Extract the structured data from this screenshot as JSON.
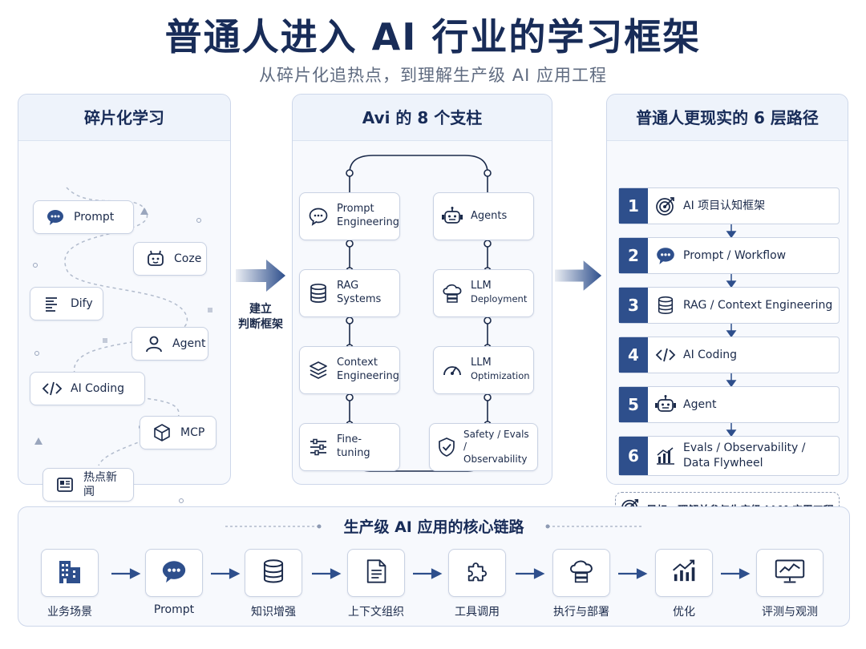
{
  "header": {
    "title": "普通人进入 AI 行业的学习框架",
    "subtitle": "从碎片化追热点，到理解生产级 AI 应用工程"
  },
  "fragmented": {
    "heading": "碎片化学习",
    "items": [
      "Prompt",
      "Coze",
      "Dify",
      "Agent",
      "AI Coding",
      "MCP",
      "热点新闻"
    ]
  },
  "bridge": {
    "label_line1": "建立",
    "label_line2": "判断框架"
  },
  "pillars": {
    "heading": "Avi 的 8 个支柱",
    "left": [
      {
        "l1": "Prompt",
        "l2": "Engineering"
      },
      {
        "l1": "RAG",
        "l2": "Systems"
      },
      {
        "l1": "Context",
        "l2": "Engineering"
      },
      {
        "l1": "Fine-tuning",
        "l2": ""
      }
    ],
    "right": [
      {
        "l1": "Agents",
        "l2": ""
      },
      {
        "l1": "LLM",
        "l2": "Deployment"
      },
      {
        "l1": "LLM",
        "l2": "Optimization"
      },
      {
        "l1": "Safety / Evals /",
        "l2": "Observability"
      }
    ]
  },
  "path": {
    "heading": "普通人更现实的 6 层路径",
    "steps": [
      {
        "num": "1",
        "l1": "AI 项目认知框架",
        "l2": ""
      },
      {
        "num": "2",
        "l1": "Prompt / Workflow",
        "l2": ""
      },
      {
        "num": "3",
        "l1": "RAG / Context Engineering",
        "l2": ""
      },
      {
        "num": "4",
        "l1": "AI Coding",
        "l2": ""
      },
      {
        "num": "5",
        "l1": "Agent",
        "l2": ""
      },
      {
        "num": "6",
        "l1": "Evals / Observability /",
        "l2": "Data Flywheel"
      }
    ],
    "goal": "目标：理解并参与生产级 LLM 应用工程"
  },
  "chain": {
    "heading": "生产级 AI 应用的核心链路",
    "nodes": [
      "业务场景",
      "Prompt",
      "知识增强",
      "上下文组织",
      "工具调用",
      "执行与部署",
      "优化",
      "评测与观测"
    ]
  },
  "colors": {
    "accent": "#2e4f8c",
    "navy": "#182c58",
    "border": "#c9d2e3"
  }
}
